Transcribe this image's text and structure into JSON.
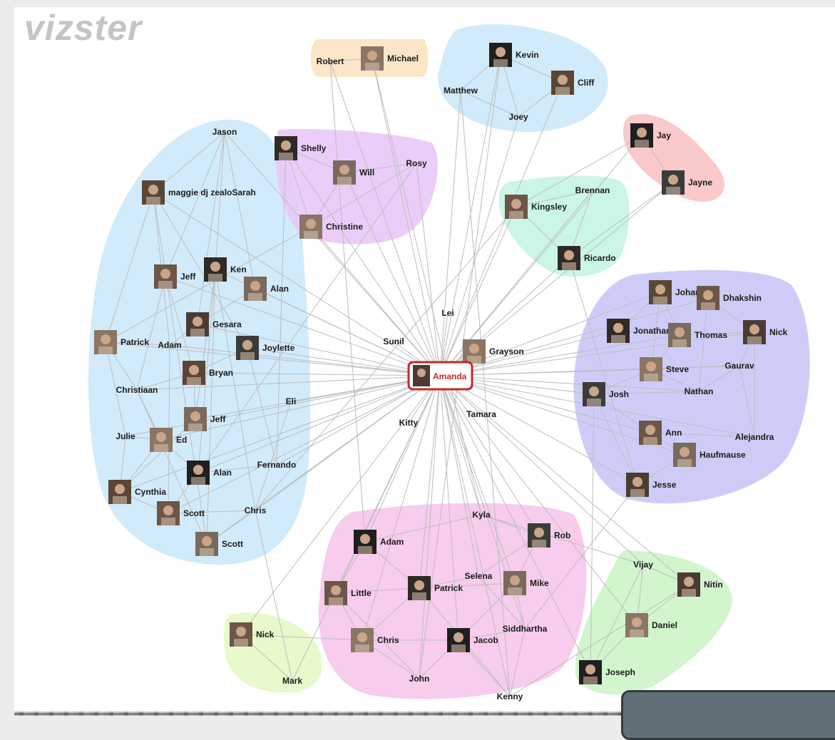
{
  "app": {
    "logo_text": "vizster",
    "colors": {
      "logo": "#c4c4c4",
      "edge": "#bdbdbd",
      "center_border": "#c62828",
      "center_text": "#c62828",
      "cluster_sky": "#cce9fb",
      "cluster_peach": "#fbe3c2",
      "cluster_purple": "#e8c9f8",
      "cluster_pink_red": "#f9c3c3",
      "cluster_mint": "#c5f4e2",
      "cluster_lavender": "#c9c7f6",
      "cluster_pink": "#f6c6ea",
      "cluster_lime": "#e6f9c6",
      "cluster_green": "#cdf4c8"
    }
  },
  "graph": {
    "center": {
      "label": "Amanda",
      "photo": "photo-icon"
    },
    "clusters": [
      {
        "name": "cluster-left",
        "color": "cluster_sky"
      },
      {
        "name": "cluster-robert",
        "color": "cluster_peach"
      },
      {
        "name": "cluster-kevin",
        "color": "cluster_sky"
      },
      {
        "name": "cluster-shelly",
        "color": "cluster_purple"
      },
      {
        "name": "cluster-jay",
        "color": "cluster_pink_red"
      },
      {
        "name": "cluster-kingsley",
        "color": "cluster_mint"
      },
      {
        "name": "cluster-right",
        "color": "cluster_lavender"
      },
      {
        "name": "cluster-bottom",
        "color": "cluster_pink"
      },
      {
        "name": "cluster-nick",
        "color": "cluster_lime"
      },
      {
        "name": "cluster-vijay",
        "color": "cluster_green"
      }
    ],
    "nodes": [
      {
        "id": "jason",
        "label": "Jason",
        "photo": false,
        "cluster": "cluster-left"
      },
      {
        "id": "maggie",
        "label": "maggie dj zealoSarah",
        "photo": true,
        "cluster": "cluster-left"
      },
      {
        "id": "jeff1",
        "label": "Jeff",
        "photo": true,
        "cluster": "cluster-left"
      },
      {
        "id": "ken",
        "label": "Ken",
        "photo": true,
        "cluster": "cluster-left"
      },
      {
        "id": "alan1",
        "label": "Alan",
        "photo": true,
        "cluster": "cluster-left"
      },
      {
        "id": "gesara",
        "label": "Gesara",
        "photo": true,
        "cluster": "cluster-left"
      },
      {
        "id": "patrick1",
        "label": "Patrick",
        "photo": true,
        "cluster": "cluster-left"
      },
      {
        "id": "adam1",
        "label": "Adam",
        "photo": false,
        "cluster": "cluster-left"
      },
      {
        "id": "joylette",
        "label": "Joylette",
        "photo": true,
        "cluster": "cluster-left"
      },
      {
        "id": "bryan",
        "label": "Bryan",
        "photo": true,
        "cluster": "cluster-left"
      },
      {
        "id": "christiaan",
        "label": "Christiaan",
        "photo": false,
        "cluster": "cluster-left"
      },
      {
        "id": "eli",
        "label": "Eli",
        "photo": false,
        "cluster": "cluster-left"
      },
      {
        "id": "jeff2",
        "label": "Jeff",
        "photo": true,
        "cluster": "cluster-left"
      },
      {
        "id": "julie",
        "label": "Julie",
        "photo": false,
        "cluster": "cluster-left"
      },
      {
        "id": "ed",
        "label": "Ed",
        "photo": true,
        "cluster": "cluster-left"
      },
      {
        "id": "alan2",
        "label": "Alan",
        "photo": true,
        "cluster": "cluster-left"
      },
      {
        "id": "fernando",
        "label": "Fernando",
        "photo": false,
        "cluster": "cluster-left"
      },
      {
        "id": "cynthia",
        "label": "Cynthia",
        "photo": true,
        "cluster": "cluster-left"
      },
      {
        "id": "scott1",
        "label": "Scott",
        "photo": true,
        "cluster": "cluster-left"
      },
      {
        "id": "chris1",
        "label": "Chris",
        "photo": false,
        "cluster": "cluster-left"
      },
      {
        "id": "scott2",
        "label": "Scott",
        "photo": true,
        "cluster": "cluster-left"
      },
      {
        "id": "robert",
        "label": "Robert",
        "photo": false,
        "cluster": "cluster-robert"
      },
      {
        "id": "michael",
        "label": "Michael",
        "photo": true,
        "cluster": "cluster-robert"
      },
      {
        "id": "kevin",
        "label": "Kevin",
        "photo": true,
        "cluster": "cluster-kevin"
      },
      {
        "id": "matthew",
        "label": "Matthew",
        "photo": false,
        "cluster": "cluster-kevin"
      },
      {
        "id": "cliff",
        "label": "Cliff",
        "photo": true,
        "cluster": "cluster-kevin"
      },
      {
        "id": "joey",
        "label": "Joey",
        "photo": false,
        "cluster": "cluster-kevin"
      },
      {
        "id": "shelly",
        "label": "Shelly",
        "photo": true,
        "cluster": "cluster-shelly"
      },
      {
        "id": "will",
        "label": "Will",
        "photo": true,
        "cluster": "cluster-shelly"
      },
      {
        "id": "rosy",
        "label": "Rosy",
        "photo": false,
        "cluster": "cluster-shelly"
      },
      {
        "id": "christine",
        "label": "Christine",
        "photo": true,
        "cluster": "cluster-shelly"
      },
      {
        "id": "jay",
        "label": "Jay",
        "photo": true,
        "cluster": "cluster-jay"
      },
      {
        "id": "jayne",
        "label": "Jayne",
        "photo": true,
        "cluster": "cluster-jay"
      },
      {
        "id": "brennan",
        "label": "Brennan",
        "photo": false,
        "cluster": "cluster-kingsley"
      },
      {
        "id": "kingsley",
        "label": "Kingsley",
        "photo": true,
        "cluster": "cluster-kingsley"
      },
      {
        "id": "ricardo",
        "label": "Ricardo",
        "photo": true,
        "cluster": "cluster-kingsley"
      },
      {
        "id": "lei",
        "label": "Lei",
        "photo": false,
        "cluster": ""
      },
      {
        "id": "sunil",
        "label": "Sunil",
        "photo": false,
        "cluster": ""
      },
      {
        "id": "grayson",
        "label": "Grayson",
        "photo": true,
        "cluster": ""
      },
      {
        "id": "kitty",
        "label": "Kitty",
        "photo": false,
        "cluster": ""
      },
      {
        "id": "tamara",
        "label": "Tamara",
        "photo": false,
        "cluster": ""
      },
      {
        "id": "johan",
        "label": "Johan",
        "photo": true,
        "cluster": "cluster-right"
      },
      {
        "id": "dhakshin",
        "label": "Dhakshin",
        "photo": true,
        "cluster": "cluster-right"
      },
      {
        "id": "jonathan",
        "label": "Jonathan",
        "photo": true,
        "cluster": "cluster-right"
      },
      {
        "id": "thomas",
        "label": "Thomas",
        "photo": true,
        "cluster": "cluster-right"
      },
      {
        "id": "nick1",
        "label": "Nick",
        "photo": true,
        "cluster": "cluster-right"
      },
      {
        "id": "steve",
        "label": "Steve",
        "photo": true,
        "cluster": "cluster-right"
      },
      {
        "id": "gaurav",
        "label": "Gaurav",
        "photo": false,
        "cluster": "cluster-right"
      },
      {
        "id": "josh",
        "label": "Josh",
        "photo": true,
        "cluster": "cluster-right"
      },
      {
        "id": "nathan",
        "label": "Nathan",
        "photo": false,
        "cluster": "cluster-right"
      },
      {
        "id": "ann",
        "label": "Ann",
        "photo": true,
        "cluster": "cluster-right"
      },
      {
        "id": "alejandra",
        "label": "Alejandra",
        "photo": false,
        "cluster": "cluster-right"
      },
      {
        "id": "haufmause",
        "label": "Haufmause",
        "photo": true,
        "cluster": "cluster-right"
      },
      {
        "id": "jesse",
        "label": "Jesse",
        "photo": true,
        "cluster": "cluster-right"
      },
      {
        "id": "kyla",
        "label": "Kyla",
        "photo": false,
        "cluster": "cluster-bottom"
      },
      {
        "id": "adam2",
        "label": "Adam",
        "photo": true,
        "cluster": "cluster-bottom"
      },
      {
        "id": "rob",
        "label": "Rob",
        "photo": true,
        "cluster": "cluster-bottom"
      },
      {
        "id": "selena",
        "label": "Selena",
        "photo": false,
        "cluster": "cluster-bottom"
      },
      {
        "id": "little",
        "label": "Little",
        "photo": true,
        "cluster": "cluster-bottom"
      },
      {
        "id": "patrick2",
        "label": "Patrick",
        "photo": true,
        "cluster": "cluster-bottom"
      },
      {
        "id": "mike",
        "label": "Mike",
        "photo": true,
        "cluster": "cluster-bottom"
      },
      {
        "id": "siddhartha",
        "label": "Siddhartha",
        "photo": false,
        "cluster": "cluster-bottom"
      },
      {
        "id": "chris2",
        "label": "Chris",
        "photo": true,
        "cluster": "cluster-bottom"
      },
      {
        "id": "jacob",
        "label": "Jacob",
        "photo": true,
        "cluster": "cluster-bottom"
      },
      {
        "id": "john",
        "label": "John",
        "photo": false,
        "cluster": "cluster-bottom"
      },
      {
        "id": "kenny",
        "label": "Kenny",
        "photo": false,
        "cluster": "cluster-bottom"
      },
      {
        "id": "nick2",
        "label": "Nick",
        "photo": true,
        "cluster": "cluster-nick"
      },
      {
        "id": "mark",
        "label": "Mark",
        "photo": false,
        "cluster": "cluster-nick"
      },
      {
        "id": "vijay",
        "label": "Vijay",
        "photo": false,
        "cluster": "cluster-vijay"
      },
      {
        "id": "nitin",
        "label": "Nitin",
        "photo": true,
        "cluster": "cluster-vijay"
      },
      {
        "id": "daniel",
        "label": "Daniel",
        "photo": true,
        "cluster": "cluster-vijay"
      },
      {
        "id": "joseph",
        "label": "Joseph",
        "photo": true,
        "cluster": "cluster-vijay"
      }
    ]
  }
}
